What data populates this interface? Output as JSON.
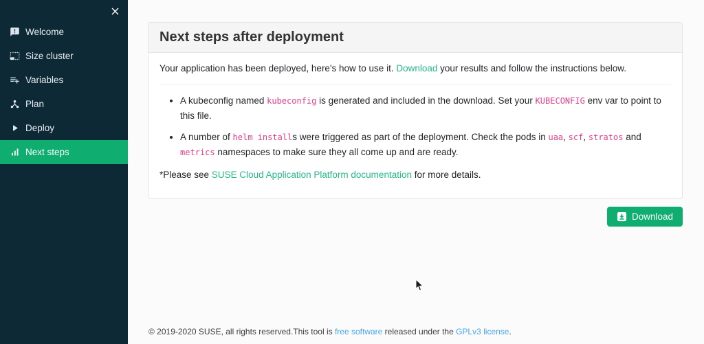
{
  "sidebar": {
    "items": [
      {
        "label": "Welcome",
        "icon": "announcement-icon",
        "active": false
      },
      {
        "label": "Size cluster",
        "icon": "size-select-icon",
        "active": false
      },
      {
        "label": "Variables",
        "icon": "playlist-add-icon",
        "active": false
      },
      {
        "label": "Plan",
        "icon": "hub-icon",
        "active": false
      },
      {
        "label": "Deploy",
        "icon": "play-icon",
        "active": false
      },
      {
        "label": "Next steps",
        "icon": "bar-chart-icon",
        "active": true
      }
    ]
  },
  "card": {
    "title": "Next steps after deployment",
    "intro": {
      "before": "Your application has been deployed, here's how to use it. ",
      "link_label": "Download",
      "after": " your results and follow the instructions below."
    },
    "bullets": [
      {
        "seg": [
          "A kubeconfig named ",
          "kubeconfig",
          " is generated and included in the download. Set your ",
          "KUBECONFIG",
          " env var to point to this file."
        ]
      },
      {
        "seg": [
          "A number of ",
          "helm install",
          "s were triggered as part of the deployment. Check the pods in ",
          "uaa",
          ", ",
          "scf",
          ", ",
          "stratos",
          " and ",
          "metrics",
          " namespaces to make sure they all come up and are ready."
        ]
      }
    ],
    "note": {
      "before": "*Please see ",
      "link_label": "SUSE Cloud Application Platform documentation",
      "after": " for more details."
    }
  },
  "download_button": {
    "label": "Download"
  },
  "footer": {
    "text_1": "© 2019-2020 SUSE, all rights reserved.This tool is ",
    "link_1": "free software",
    "text_2": " released under the ",
    "link_2": "GPLv3 license",
    "text_3": "."
  },
  "colors": {
    "sidebar_bg": "#0e2936",
    "accent_green": "#0fae70",
    "link_green": "#27b98a",
    "code_pink": "#e83e8c",
    "link_blue": "#42a5f5"
  }
}
